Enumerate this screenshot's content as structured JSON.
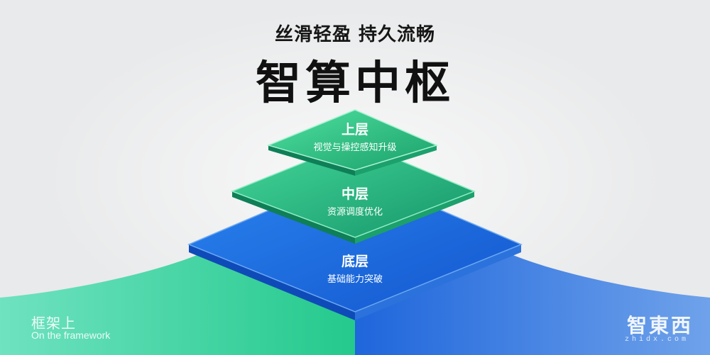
{
  "subtitle": "丝滑轻盈  持久流畅",
  "title": "智算中枢",
  "layers": [
    {
      "name": "上层",
      "desc": "视觉与操控感知升级",
      "color": "#2fb173"
    },
    {
      "name": "中层",
      "desc": "资源调度优化",
      "color": "#2ab57e"
    },
    {
      "name": "底层",
      "desc": "基础能力突破",
      "color": "#1a6fe0"
    }
  ],
  "corner": {
    "zh": "框架上",
    "en": "On the framework"
  },
  "watermark": {
    "text": "智東西",
    "sub": "zhidx.com"
  },
  "colors": {
    "green": "#3ed8a1",
    "blue": "#2f73e0",
    "background": "#e9eaeb"
  }
}
